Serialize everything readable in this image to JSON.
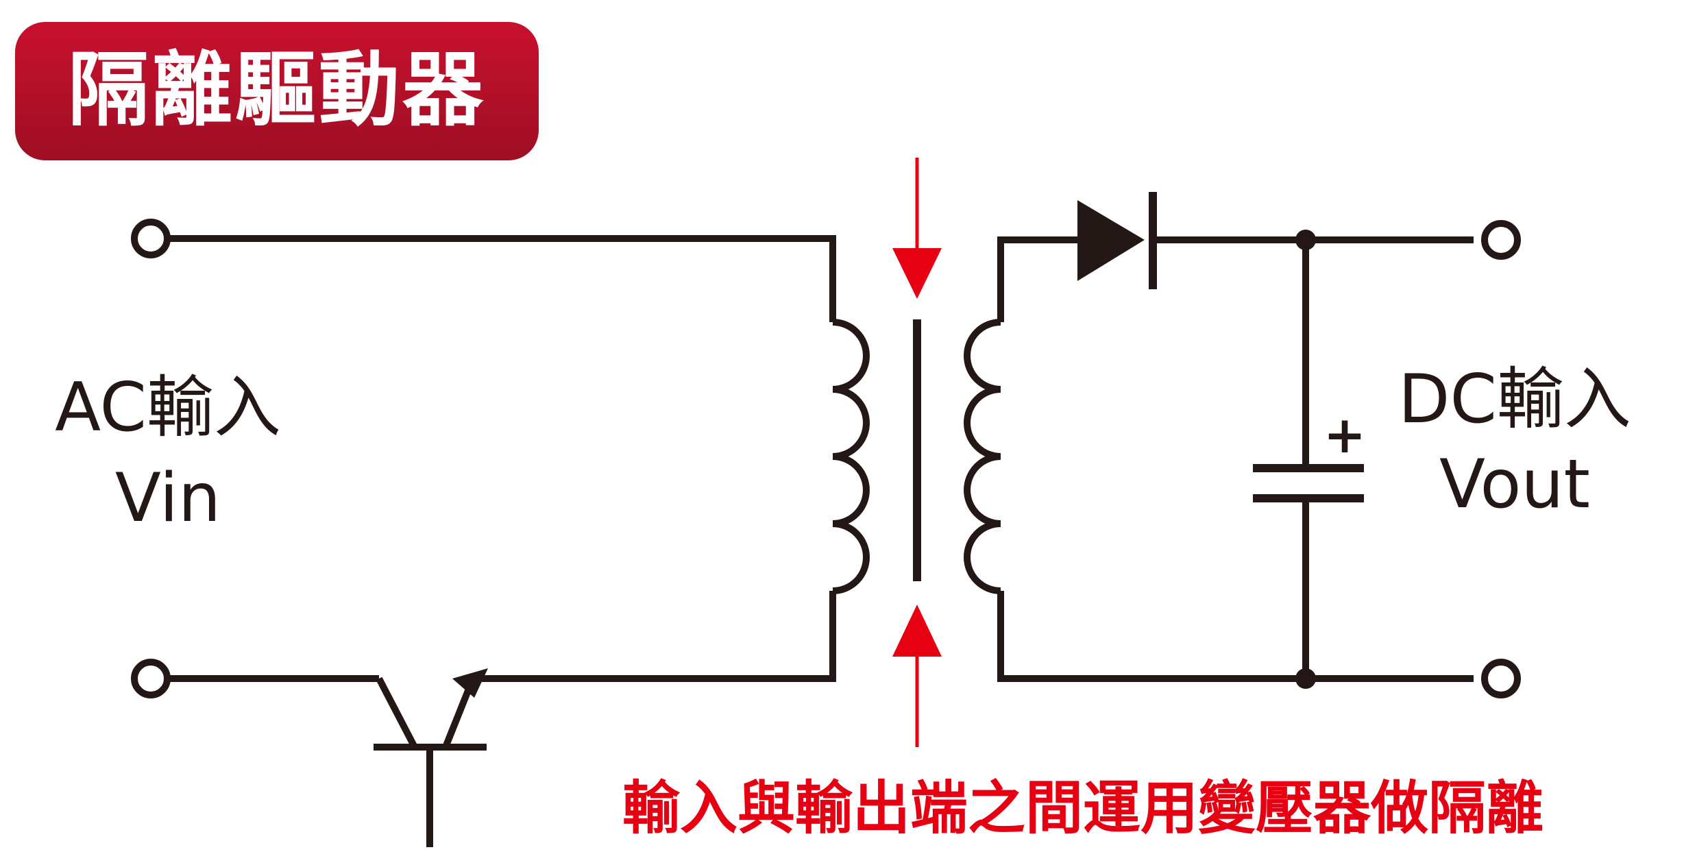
{
  "title": "隔離驅動器",
  "input_label": {
    "line1": "AC輸入",
    "line2": "Vin"
  },
  "output_label": {
    "line1": "DC輸入",
    "line2": "Vout"
  },
  "capacitor_polarity": "+",
  "caption": "輸入與輸出端之間運用變壓器做隔離",
  "colors": {
    "title_bg": "#b7102a",
    "accent": "#e60012",
    "line": "#231815"
  }
}
